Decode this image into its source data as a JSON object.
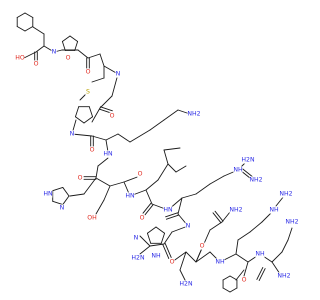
{
  "diagram": {
    "type": "skeletal-structure",
    "colors": {
      "bond": "#1a1a1a",
      "O": "#e0281e",
      "N": "#2a2ae6",
      "S": "#b8a000",
      "C": "#1a1a1a",
      "background": "#ffffff"
    },
    "labels": {
      "ho": "HO",
      "o": "O",
      "n": "N",
      "s": "S",
      "hn": "HN",
      "nh": "NH",
      "nh2": "NH2",
      "h2n": "H2N",
      "oh": "OH",
      "h": "H"
    }
  }
}
